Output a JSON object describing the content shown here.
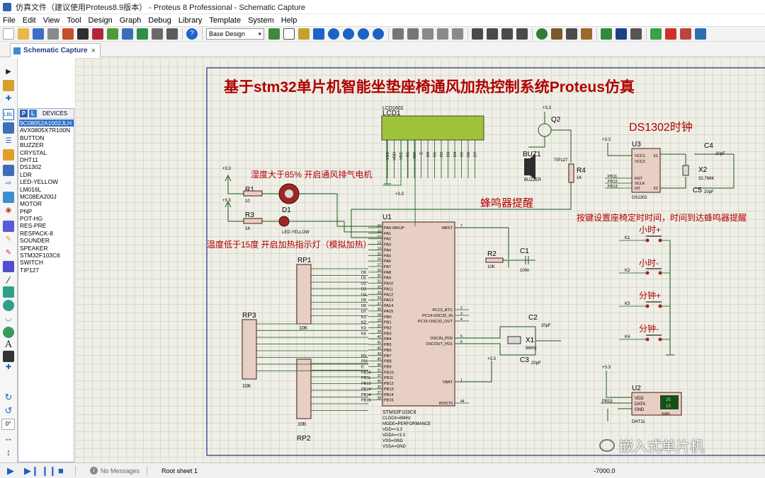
{
  "window": {
    "title": "仿真文件（建议使用Proteus8.9版本） - Proteus 8 Professional - Schematic Capture"
  },
  "menu": [
    "File",
    "Edit",
    "View",
    "Tool",
    "Design",
    "Graph",
    "Debug",
    "Library",
    "Template",
    "System",
    "Help"
  ],
  "toolbar": {
    "design_select": "Base Design"
  },
  "tab": {
    "label": "Schematic Capture",
    "close": "×"
  },
  "device_panel": {
    "p_label": "P",
    "l_label": "L",
    "title": "DEVICES",
    "items": [
      "9C08052A1002JLH",
      "AVX0805X7R100N",
      "BUTTON",
      "BUZZER",
      "CRYSTAL",
      "DHT11",
      "DS1302",
      "LDR",
      "LED-YELLOW",
      "LM016L",
      "MC08EA200J",
      "MOTOR",
      "PNP",
      "POT-HG",
      "RES-PRE",
      "RESPACK-8",
      "SOUNDER",
      "SPEAKER",
      "STM32F103C6",
      "SWITCH",
      "TIP127"
    ],
    "selected_index": 0
  },
  "rotation": "0°",
  "schematic": {
    "title": "基于stm32单片机智能坐垫座椅通风加热控制系统Proteus仿真",
    "ann_humidity": "湿度大于85% 开启通风排气电机",
    "ann_temperature": "温度低于15度 开启加热指示灯（模拟加热）",
    "ann_buzzer": "蜂鸣器提醒",
    "ann_ds1302": "DS1302时钟",
    "ann_alarm": "按键设置座椅定时时间，时间到达蜂鸣器提醒",
    "btn_hour_plus": "小时+",
    "btn_hour_minus": "小时-",
    "btn_min_plus": "分钟+",
    "btn_min_minus": "分钟-",
    "lcd_ref": "LCD1",
    "lcd_model": "LCD1602",
    "lcd_pins": [
      "VSS",
      "VDD",
      "VEE",
      "RS",
      "RW",
      "E",
      "D0",
      "D1",
      "D2",
      "D3",
      "D4",
      "D5",
      "D6",
      "D7"
    ],
    "mcu_ref": "U1",
    "mcu_model": "STM32F103C6",
    "mcu_props": [
      "CLOCK=8MHz",
      "MODE=PERFORMANCE",
      "VDD=+3.3",
      "VDDA=+3.3",
      "VSS=GND",
      "VSSA=GND"
    ],
    "mcu_left_pins": [
      "PA0-WKUP",
      "PA1",
      "PA2",
      "PA3",
      "PA4",
      "PA5",
      "PA6",
      "PA7",
      "PA8",
      "PA9",
      "PA10",
      "PA11",
      "PA12",
      "PA13",
      "PA14",
      "PA15",
      "PB0",
      "PB1",
      "PB2",
      "PB3",
      "PB4",
      "PB5",
      "PB6",
      "PB7",
      "PB8",
      "PB9",
      "PB10",
      "PB11",
      "PB12",
      "PB13",
      "PB14",
      "PB15"
    ],
    "mcu_left_nums": [
      "10",
      "11",
      "12",
      "13",
      "14",
      "15",
      "16",
      "17",
      "29",
      "30",
      "31",
      "32",
      "33",
      "34",
      "37",
      "38",
      "18",
      "19",
      "20",
      "39",
      "40",
      "41",
      "42",
      "43",
      "45",
      "46",
      "21",
      "22",
      "25",
      "26",
      "27",
      "28"
    ],
    "mcu_left_nets": [
      "",
      "",
      "",
      "",
      "",
      "",
      "",
      "",
      "D0",
      "D1",
      "D2",
      "D3",
      "D4",
      "D5",
      "D6",
      "D7",
      "K1",
      "K2",
      "K3",
      "K4",
      "",
      "",
      "",
      "RS",
      "RW",
      "E",
      "PB10",
      "PB11",
      "PB12",
      "PB13",
      "PB14",
      "PB15"
    ],
    "mcu_right_pins": [
      "NRST",
      "PC13_RTC",
      "PC14-OSC32_IN",
      "PC15-OSC32_OUT",
      "OSCIN_PD0",
      "OSCOUT_PD1",
      "VBAT",
      "BOOT0"
    ],
    "mcu_right_nums": [
      "7",
      "2",
      "3",
      "4",
      "5",
      "6",
      "1",
      "44"
    ],
    "r1": {
      "ref": "R1",
      "value": "10"
    },
    "r2": {
      "ref": "R2",
      "value": "10K"
    },
    "r3": {
      "ref": "R3",
      "value": "1K"
    },
    "r4": {
      "ref": "R4",
      "value": "1K"
    },
    "d1": {
      "ref": "D1",
      "value": "LED-YELLOW"
    },
    "c1": {
      "ref": "C1",
      "value": "100n"
    },
    "c2": {
      "ref": "C2",
      "value": "20pF"
    },
    "c3": {
      "ref": "C3",
      "value": "20pF"
    },
    "c4": {
      "ref": "C4",
      "value": "20pF"
    },
    "c5": {
      "ref": "C5",
      "value": "20pF"
    },
    "x1": {
      "ref": "X1",
      "value": "8MHz"
    },
    "x2": {
      "ref": "X2",
      "value": "32.768K"
    },
    "q2": {
      "ref": "Q2",
      "value": "TIP127"
    },
    "buz1": {
      "ref": "BUZ1",
      "value": "BUZZER"
    },
    "rp1": {
      "ref": "RP1",
      "value": "10K"
    },
    "rp2": {
      "ref": "RP2",
      "value": "10K"
    },
    "rp3": {
      "ref": "RP3",
      "value": "10K"
    },
    "u3": {
      "ref": "U3",
      "model": "DS1302",
      "pins_left": [
        "VCC1",
        "VCC2",
        "RST",
        "SCLK",
        "I/O"
      ],
      "pins_right": [
        "X1",
        "X2"
      ],
      "nets": [
        "PB11",
        "PB12",
        "PB13"
      ]
    },
    "u2": {
      "ref": "U2",
      "model": "DHT11",
      "pins": [
        "VDD",
        "DATA",
        "GND"
      ],
      "temp": "25",
      "hum": "15",
      "unit": "%RH",
      "net": "PB15"
    },
    "keys": [
      "K1",
      "K2",
      "K3",
      "K4"
    ],
    "vcc": "+3.3",
    "title_color": "#b00000"
  },
  "watermark": "嵌入式单片机",
  "status": {
    "messages": "No Messages",
    "sheet": "Root sheet 1",
    "coord": "-7000.0"
  }
}
